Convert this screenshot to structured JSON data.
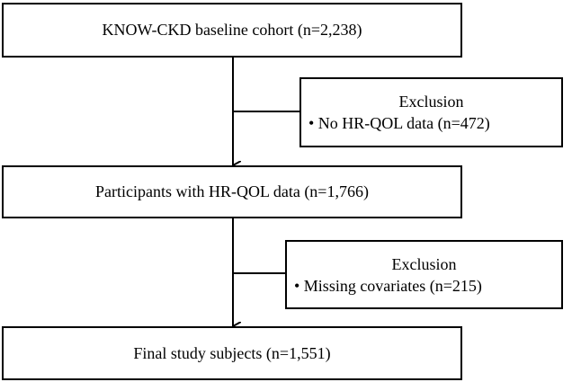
{
  "diagram": {
    "main_boxes": [
      {
        "label": "KNOW-CKD baseline cohort (n=2,238)"
      },
      {
        "label": "Participants with HR-QOL data (n=1,766)"
      },
      {
        "label": "Final study subjects (n=1,551)"
      }
    ],
    "exclusion_boxes": [
      {
        "heading": "Exclusion",
        "item": "• No HR-QOL data (n=472)"
      },
      {
        "heading": "Exclusion",
        "item": "• Missing covariates (n=215)"
      }
    ],
    "line_color": "#000000"
  }
}
